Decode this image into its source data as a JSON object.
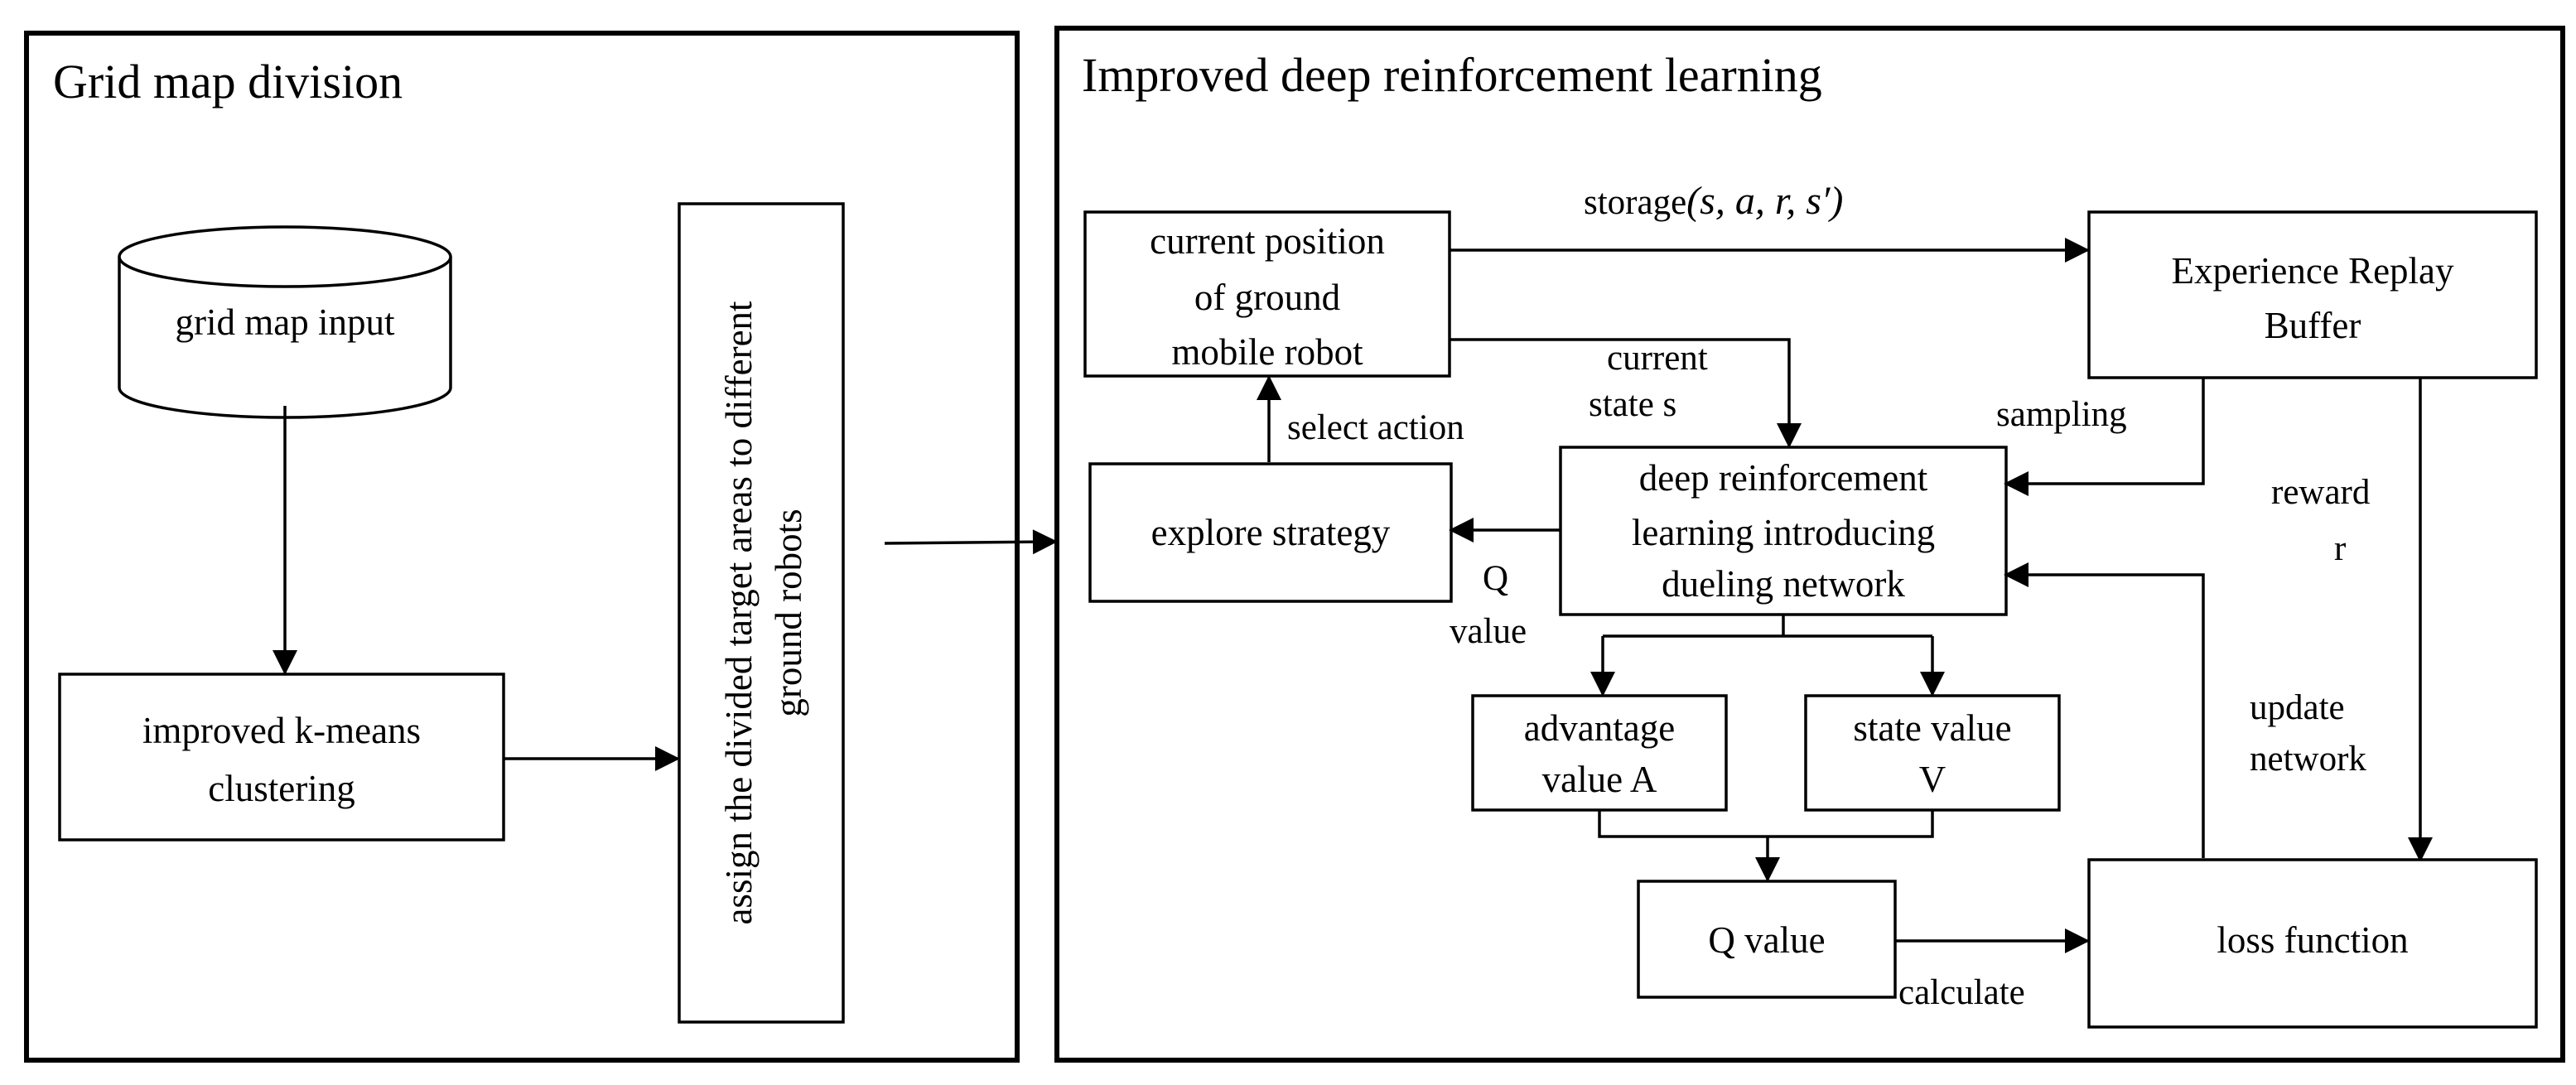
{
  "panels": {
    "left_title": "Grid map division",
    "right_title": "Improved deep reinforcement learning"
  },
  "nodes": {
    "grid_map_input": "grid map input",
    "kmeans": [
      "improved k-means",
      "clustering"
    ],
    "assign": [
      "assign the divided target areas to different",
      "ground robots"
    ],
    "current_position": [
      "current position",
      "of ground",
      "mobile robot"
    ],
    "explore_strategy": "explore strategy",
    "drl": [
      "deep reinforcement",
      "learning introducing",
      "dueling network"
    ],
    "experience_buffer": [
      "Experience Replay",
      "Buffer"
    ],
    "advantage": [
      "advantage",
      "value A"
    ],
    "state_value": [
      "state value",
      "V"
    ],
    "q_value_box": "Q value",
    "loss_function": "loss function"
  },
  "edge_labels": {
    "storage_prefix": "storage",
    "storage_tuple": "(s, a, r, s′)",
    "current_state": [
      "current",
      "state s"
    ],
    "select_action": "select action",
    "sampling": "sampling",
    "reward": [
      "reward",
      "r"
    ],
    "q_value": [
      "Q",
      "value"
    ],
    "update_network": [
      "update",
      "network"
    ],
    "calculate": "calculate"
  }
}
